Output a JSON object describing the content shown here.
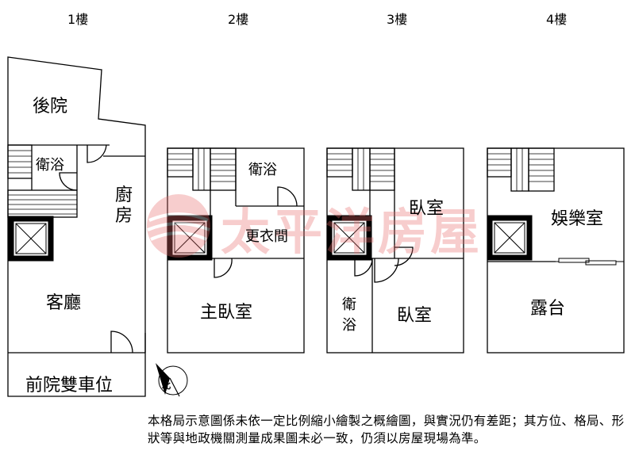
{
  "floors": [
    {
      "label": "1樓",
      "rooms": [
        "後院",
        "衛浴",
        "廚房",
        "客廳",
        "前院雙車位"
      ]
    },
    {
      "label": "2樓",
      "rooms": [
        "衛浴",
        "更衣間",
        "主臥室"
      ]
    },
    {
      "label": "3樓",
      "rooms": [
        "臥室",
        "衛浴",
        "臥室"
      ]
    },
    {
      "label": "4樓",
      "rooms": [
        "娛樂室",
        "露台"
      ]
    }
  ],
  "compass": {
    "label": "北"
  },
  "watermark": {
    "text": "太平洋房屋"
  },
  "disclaimer": "本格局示意圖係未依一定比例縮小繪製之概繪圖，與實況仍有差距；其方位、格局、形狀等與地政機關測量成果圖未必一致，仍須以房屋現場為準。",
  "colors": {
    "wall": "#000000",
    "stair": "#555555",
    "door_fill": "#d9d9d9",
    "watermark": "#e86a6a"
  }
}
